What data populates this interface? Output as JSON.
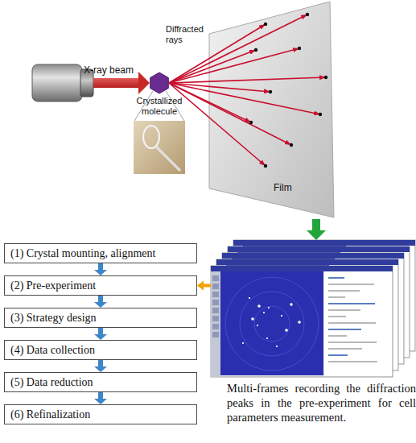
{
  "diagram": {
    "nodes": [
      {
        "text": [
          "Film"
        ]
      },
      {
        "text": [
          "(1) Crystal mounting, alignment"
        ]
      },
      {
        "text": [
          "(2) Pre-experiment"
        ]
      },
      {
        "text": [
          "(3) Strategy design"
        ]
      },
      {
        "text": [
          "(4) Data collection"
        ]
      },
      {
        "text": [
          "(5) Data reduction"
        ]
      },
      {
        "text": [
          "(6) Refinalization"
        ]
      },
      {
        "text": [
          "Multi-frames recording the diffraction peaks in the pre-experiment for cell parameters measurement."
        ]
      }
    ],
    "edges": [
      {
        "from": 0,
        "to": 7,
        "arrow": "to"
      },
      {
        "from": 1,
        "to": 2,
        "arrow": "to"
      },
      {
        "from": 2,
        "to": 3,
        "arrow": "to"
      },
      {
        "from": 3,
        "to": 4,
        "arrow": "to"
      },
      {
        "from": 4,
        "to": 5,
        "arrow": "to"
      },
      {
        "from": 5,
        "to": 6,
        "arrow": "to"
      },
      {
        "from": 7,
        "to": 2,
        "arrow": "to"
      }
    ],
    "labels": [
      "X-ray beam",
      "Diffracted rays",
      "Crystallized molecule"
    ]
  }
}
